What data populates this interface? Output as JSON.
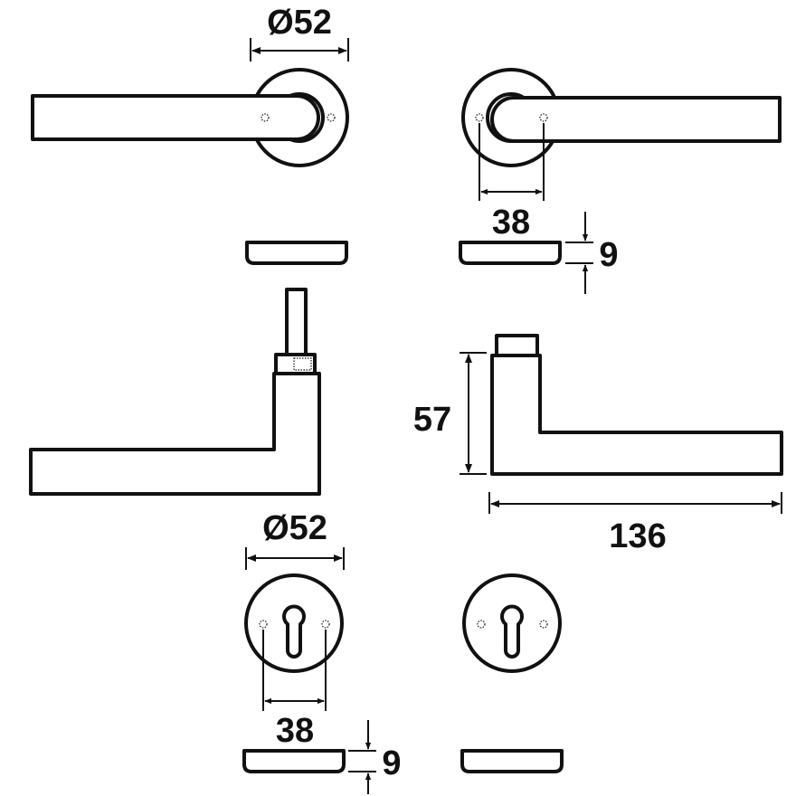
{
  "dimensions": {
    "rose_diameter_top": "Ø52",
    "screw_spacing_top": "38",
    "rose_thickness_top": "9",
    "lever_height": "57",
    "lever_length": "136",
    "escutcheon_diameter": "Ø52",
    "screw_spacing_bottom": "38",
    "escutcheon_thickness": "9"
  }
}
